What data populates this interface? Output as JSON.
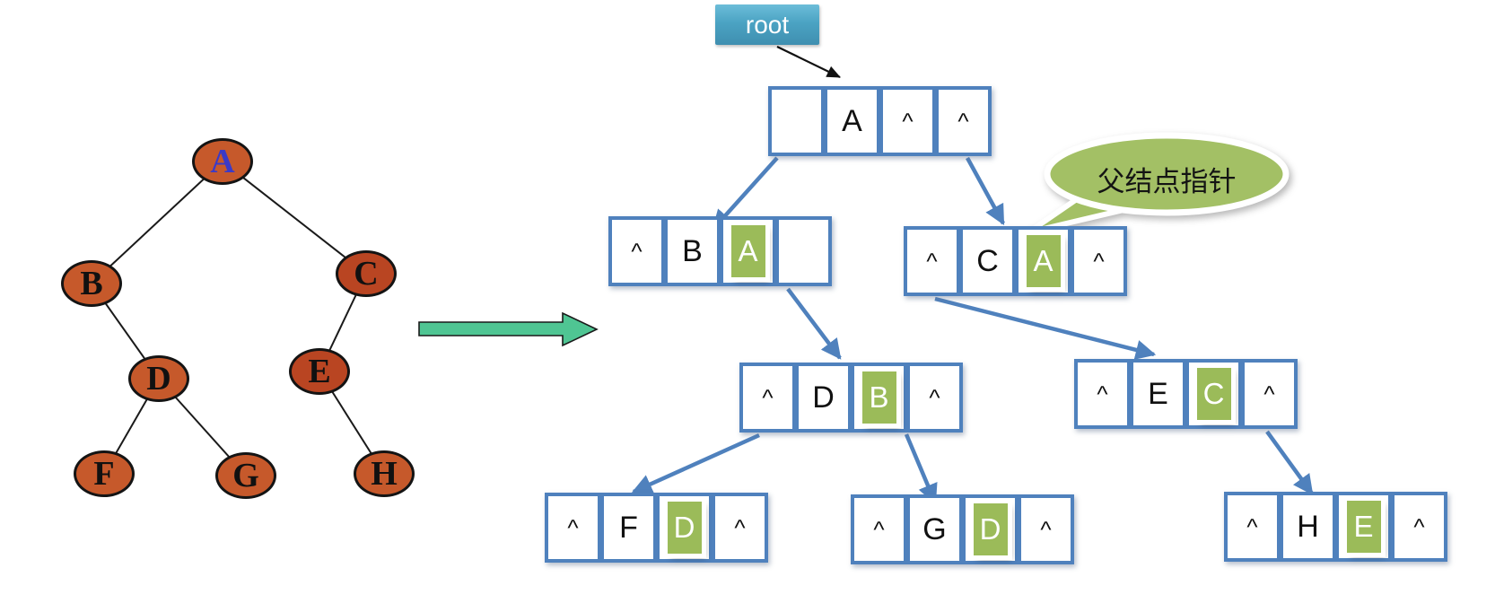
{
  "left_tree": {
    "nodes": [
      {
        "id": "A",
        "label": "A"
      },
      {
        "id": "B",
        "label": "B"
      },
      {
        "id": "C",
        "label": "C"
      },
      {
        "id": "D",
        "label": "D"
      },
      {
        "id": "E",
        "label": "E"
      },
      {
        "id": "F",
        "label": "F"
      },
      {
        "id": "G",
        "label": "G"
      },
      {
        "id": "H",
        "label": "H"
      }
    ],
    "edges": [
      [
        "A",
        "B"
      ],
      [
        "A",
        "C"
      ],
      [
        "B",
        "D"
      ],
      [
        "C",
        "E"
      ],
      [
        "D",
        "F"
      ],
      [
        "D",
        "G"
      ],
      [
        "E",
        "H"
      ]
    ]
  },
  "root_label": "root",
  "bubble_text": "父结点指针",
  "linked_nodes": {
    "A": {
      "cells": [
        "",
        "A",
        "^",
        "^"
      ]
    },
    "B": {
      "cells": [
        "^",
        "B",
        "A",
        ""
      ]
    },
    "C": {
      "cells": [
        "^",
        "C",
        "A",
        "^"
      ]
    },
    "D": {
      "cells": [
        "^",
        "D",
        "B",
        "^"
      ]
    },
    "E": {
      "cells": [
        "^",
        "E",
        "C",
        "^"
      ]
    },
    "F": {
      "cells": [
        "^",
        "F",
        "D",
        "^"
      ]
    },
    "G": {
      "cells": [
        "^",
        "G",
        "D",
        "^"
      ]
    },
    "H": {
      "cells": [
        "^",
        "H",
        "E",
        "^"
      ]
    }
  },
  "colors": {
    "box_border": "#4F81BD",
    "arrow_blue": "#4F81BD",
    "parent_cell_green": "#9BBB59",
    "bubble_green": "#A3C065",
    "root_label_teal": "#4BA3C3",
    "tree_node_orange": "#C6592B",
    "tree_node_red": "#B94522",
    "big_arrow_green": "#4FC593"
  }
}
